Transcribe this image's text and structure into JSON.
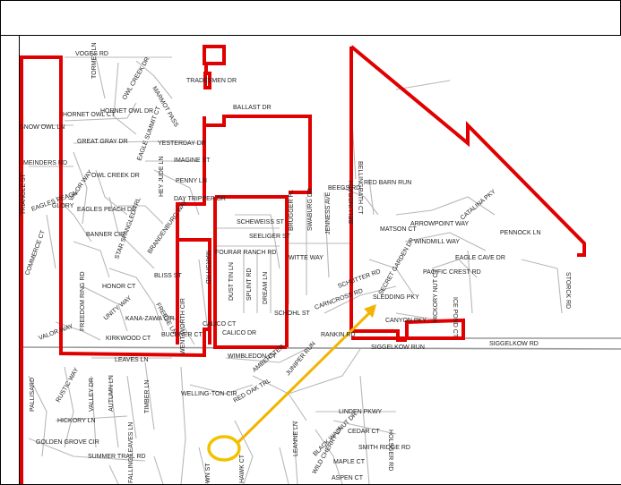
{
  "map": {
    "streets_north": {
      "voges": "VOGES RD",
      "tormey": "TORMEY LN",
      "owl_creek_dr_n": "OWL CREEK DR",
      "marmot": "MARMOT PASS",
      "tradesmen": "TRADESMEN DR",
      "ballast": "BALLAST DR",
      "hornet_owl_ct": "HORNET OWL CT",
      "hornet_owl_dr": "HORNET OWL DR",
      "snow_owl": "SNOW OWL LN",
      "great_gray": "GREAT GRAY DR",
      "eagle_summit": "EAGLE SUMMIT CT",
      "yesterday": "YESTERDAY DR",
      "imagine": "IMAGINE ST",
      "hey_jude": "HEY JUDE LN",
      "penny": "PENNY LN",
      "day_tripper": "DAY TRIPPER DR",
      "meinders": "MEINDERS RD",
      "owl_creek_dr": "OWL CREEK DR",
      "eagles_peach": "EAGLES PEACH DR",
      "eagle_peach_ct": "EAGLES PEACH",
      "glory": "GLORY",
      "triangle": "TRIANGLE ST",
      "valor": "VALOR WAY",
      "bellingrath": "BELLINGRATH CT",
      "red_barn": "RED BARN RUN",
      "beegs": "BEEGS RD"
    },
    "streets_middle": {
      "banner": "BANNER CIR",
      "star_spangled": "STAR SPANGLED TRL",
      "brandenburg": "BRANDENBURG WAY",
      "bliss": "BLISS ST",
      "commerce": "COMMERCE CT",
      "honor": "HONOR CT",
      "unity": "UNITY WAY",
      "freese": "FREESE LN",
      "kanazawa": "KANA-ZAWA CIR",
      "kirkwood": "KIRKWOOD CT",
      "freedom": "FREEDOM RING RD",
      "valor_way": "VALOR WAY",
      "marsh": "MARSH RD",
      "calico_ct": "CALICO CT",
      "buchner": "BUCHNER CT",
      "schewe": "SCHEWEISS ST",
      "seeliger": "SEELIGER ST",
      "brugger": "BRUGGER PL",
      "swiss": "SWABURG DR",
      "jenness": "JENNESS AVE",
      "fourar": "FOURAR RANCH RD",
      "witte": "WITTE WAY",
      "dust": "DUST TIN LN",
      "splint": "SPLINT RD",
      "dream": "DREAM LN",
      "schohl": "SCHOHL ST",
      "calico_dr": "CALICO DR",
      "schutter": "SCHUTTER RD",
      "matson": "MATSON CT",
      "arrowpoint": "ARROWPOINT WAY",
      "windmill": "WINDMILL WAY",
      "catalina": "CATALINA PKY",
      "pennock": "PENNOCK LN",
      "eagle_cave": "EAGLE CAVE DR",
      "pacific_crest": "PACIFIC CREST RD",
      "secret": "SECRET GARDEN DR",
      "sledding": "SLEDDING PKY",
      "carncross": "CARNCROSS RD",
      "canyon": "CANYON PKY",
      "hickory_nut": "HICKORY NUT CT",
      "ice_pond": "ICE POND CT",
      "storck": "STORCK RD",
      "belt_line": "BELLINGRATH",
      "rankin": "RANKIN RD",
      "siggelkow": "SIGGELKOW RD",
      "siggelkow_run": "SIGGELKOW RUN"
    },
    "streets_south": {
      "leaves": "LEAVES LN",
      "wentworth": "WENT-WORTH CIR",
      "wimbledon": "WIMBLEDON CT",
      "amberst": "AMBERSTER",
      "juniper": "JUNIPER RUN",
      "pallisard": "PALLISARD",
      "rustic": "RUSTIC WAY",
      "valley": "VALLEY DR",
      "autumn": "AUTUMN LN",
      "timber": "TIMBER LN",
      "wellington": "WELLING-TON CIR",
      "red_oak": "RED OAK TRL",
      "hickory_ln": "HICKORY LN",
      "golden_grove": "GOLDEN GROVE CIR",
      "summer_trail": "SUMMER TRAIL RD",
      "linden": "LINDEN PKWY",
      "leanne": "LEANNE LN",
      "cedar": "CEDAR CT",
      "black_walnut": "BLACK WALNUT DR",
      "smith": "SMITH RIDGE RD",
      "holsger": "HOLSGER RD",
      "maple": "MAPLE CT",
      "wild_cherry": "WILD CHERRY LN",
      "aspen": "ASPEN CT",
      "falling": "FALLING LEAVES LN",
      "hawk": "HAWK CT",
      "wn_st": "WN ST"
    },
    "colors": {
      "boundary": "#e00000",
      "highlight": "#f2b400",
      "street": "#b8b8b8"
    }
  }
}
